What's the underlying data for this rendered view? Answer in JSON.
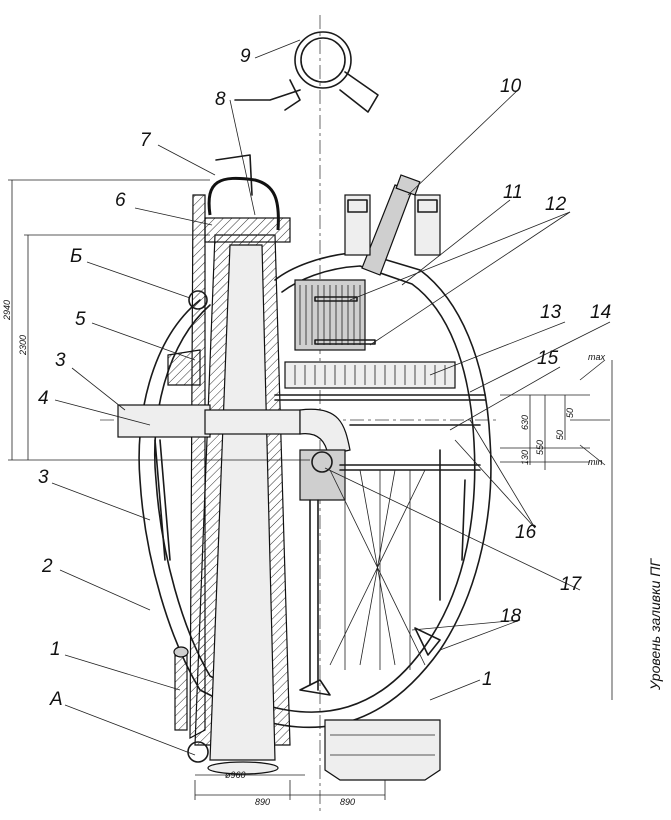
{
  "callouts": {
    "n1a": "1",
    "n1b": "1",
    "n2": "2",
    "n3a": "3",
    "n3b": "3",
    "n4": "4",
    "n5": "5",
    "n6": "6",
    "n7": "7",
    "n8": "8",
    "n9": "9",
    "n10": "10",
    "n11": "11",
    "n12": "12",
    "n13": "13",
    "n14": "14",
    "n15": "15",
    "n16": "16",
    "n17": "17",
    "n18": "18",
    "nA": "A",
    "nB": "Б"
  },
  "dimensions": {
    "d2940": "2940",
    "d2300": "2300",
    "d630": "630",
    "d130": "130",
    "d550": "550",
    "d50a": "50",
    "d50b": "50",
    "max": "max",
    "min": "min",
    "dia960": "ø960",
    "d890a": "890",
    "d890b": "890"
  },
  "caption": "Уровень заливки ПГ"
}
